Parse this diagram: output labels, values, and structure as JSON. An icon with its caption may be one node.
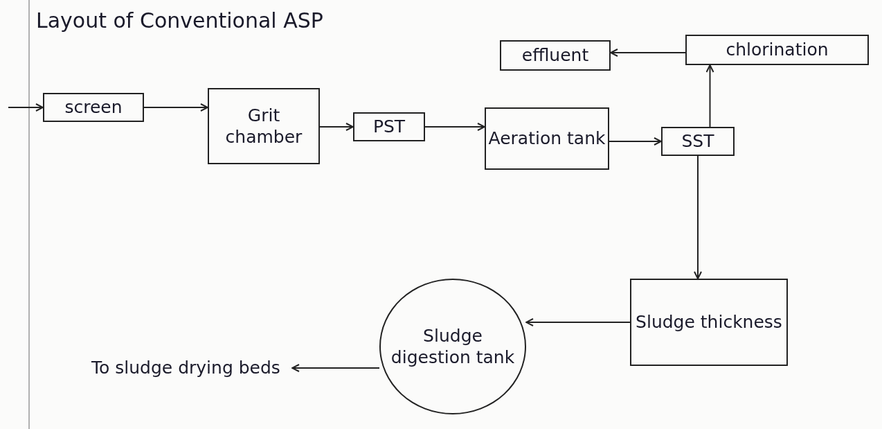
{
  "diagram": {
    "title": "Layout of Conventional ASP",
    "nodes": [
      {
        "text": [
          "effluent"
        ]
      },
      {
        "text": [
          "chlorination"
        ]
      },
      {
        "text": [
          "screen"
        ]
      },
      {
        "text": [
          "Grit chamber"
        ]
      },
      {
        "text": [
          "PST"
        ]
      },
      {
        "text": [
          "Aeration tank"
        ]
      },
      {
        "text": [
          "SST"
        ]
      },
      {
        "text": [
          "Sludge thickness"
        ]
      },
      {
        "text": [
          "Sludge digestion tank"
        ]
      },
      {
        "text": [
          "To sludge drying beds"
        ]
      }
    ],
    "edges": [
      {
        "from": null,
        "to": 2,
        "arrow": "to"
      },
      {
        "from": 2,
        "to": 3,
        "arrow": "to"
      },
      {
        "from": 3,
        "to": 4,
        "arrow": "to"
      },
      {
        "from": 4,
        "to": 5,
        "arrow": "to"
      },
      {
        "from": 5,
        "to": 6,
        "arrow": "to"
      },
      {
        "from": 6,
        "to": 1,
        "arrow": "to"
      },
      {
        "from": 1,
        "to": 0,
        "arrow": "to"
      },
      {
        "from": 6,
        "to": 7,
        "arrow": "to"
      },
      {
        "from": 7,
        "to": 8,
        "arrow": "to"
      },
      {
        "from": 8,
        "to": 9,
        "arrow": "to"
      }
    ]
  }
}
